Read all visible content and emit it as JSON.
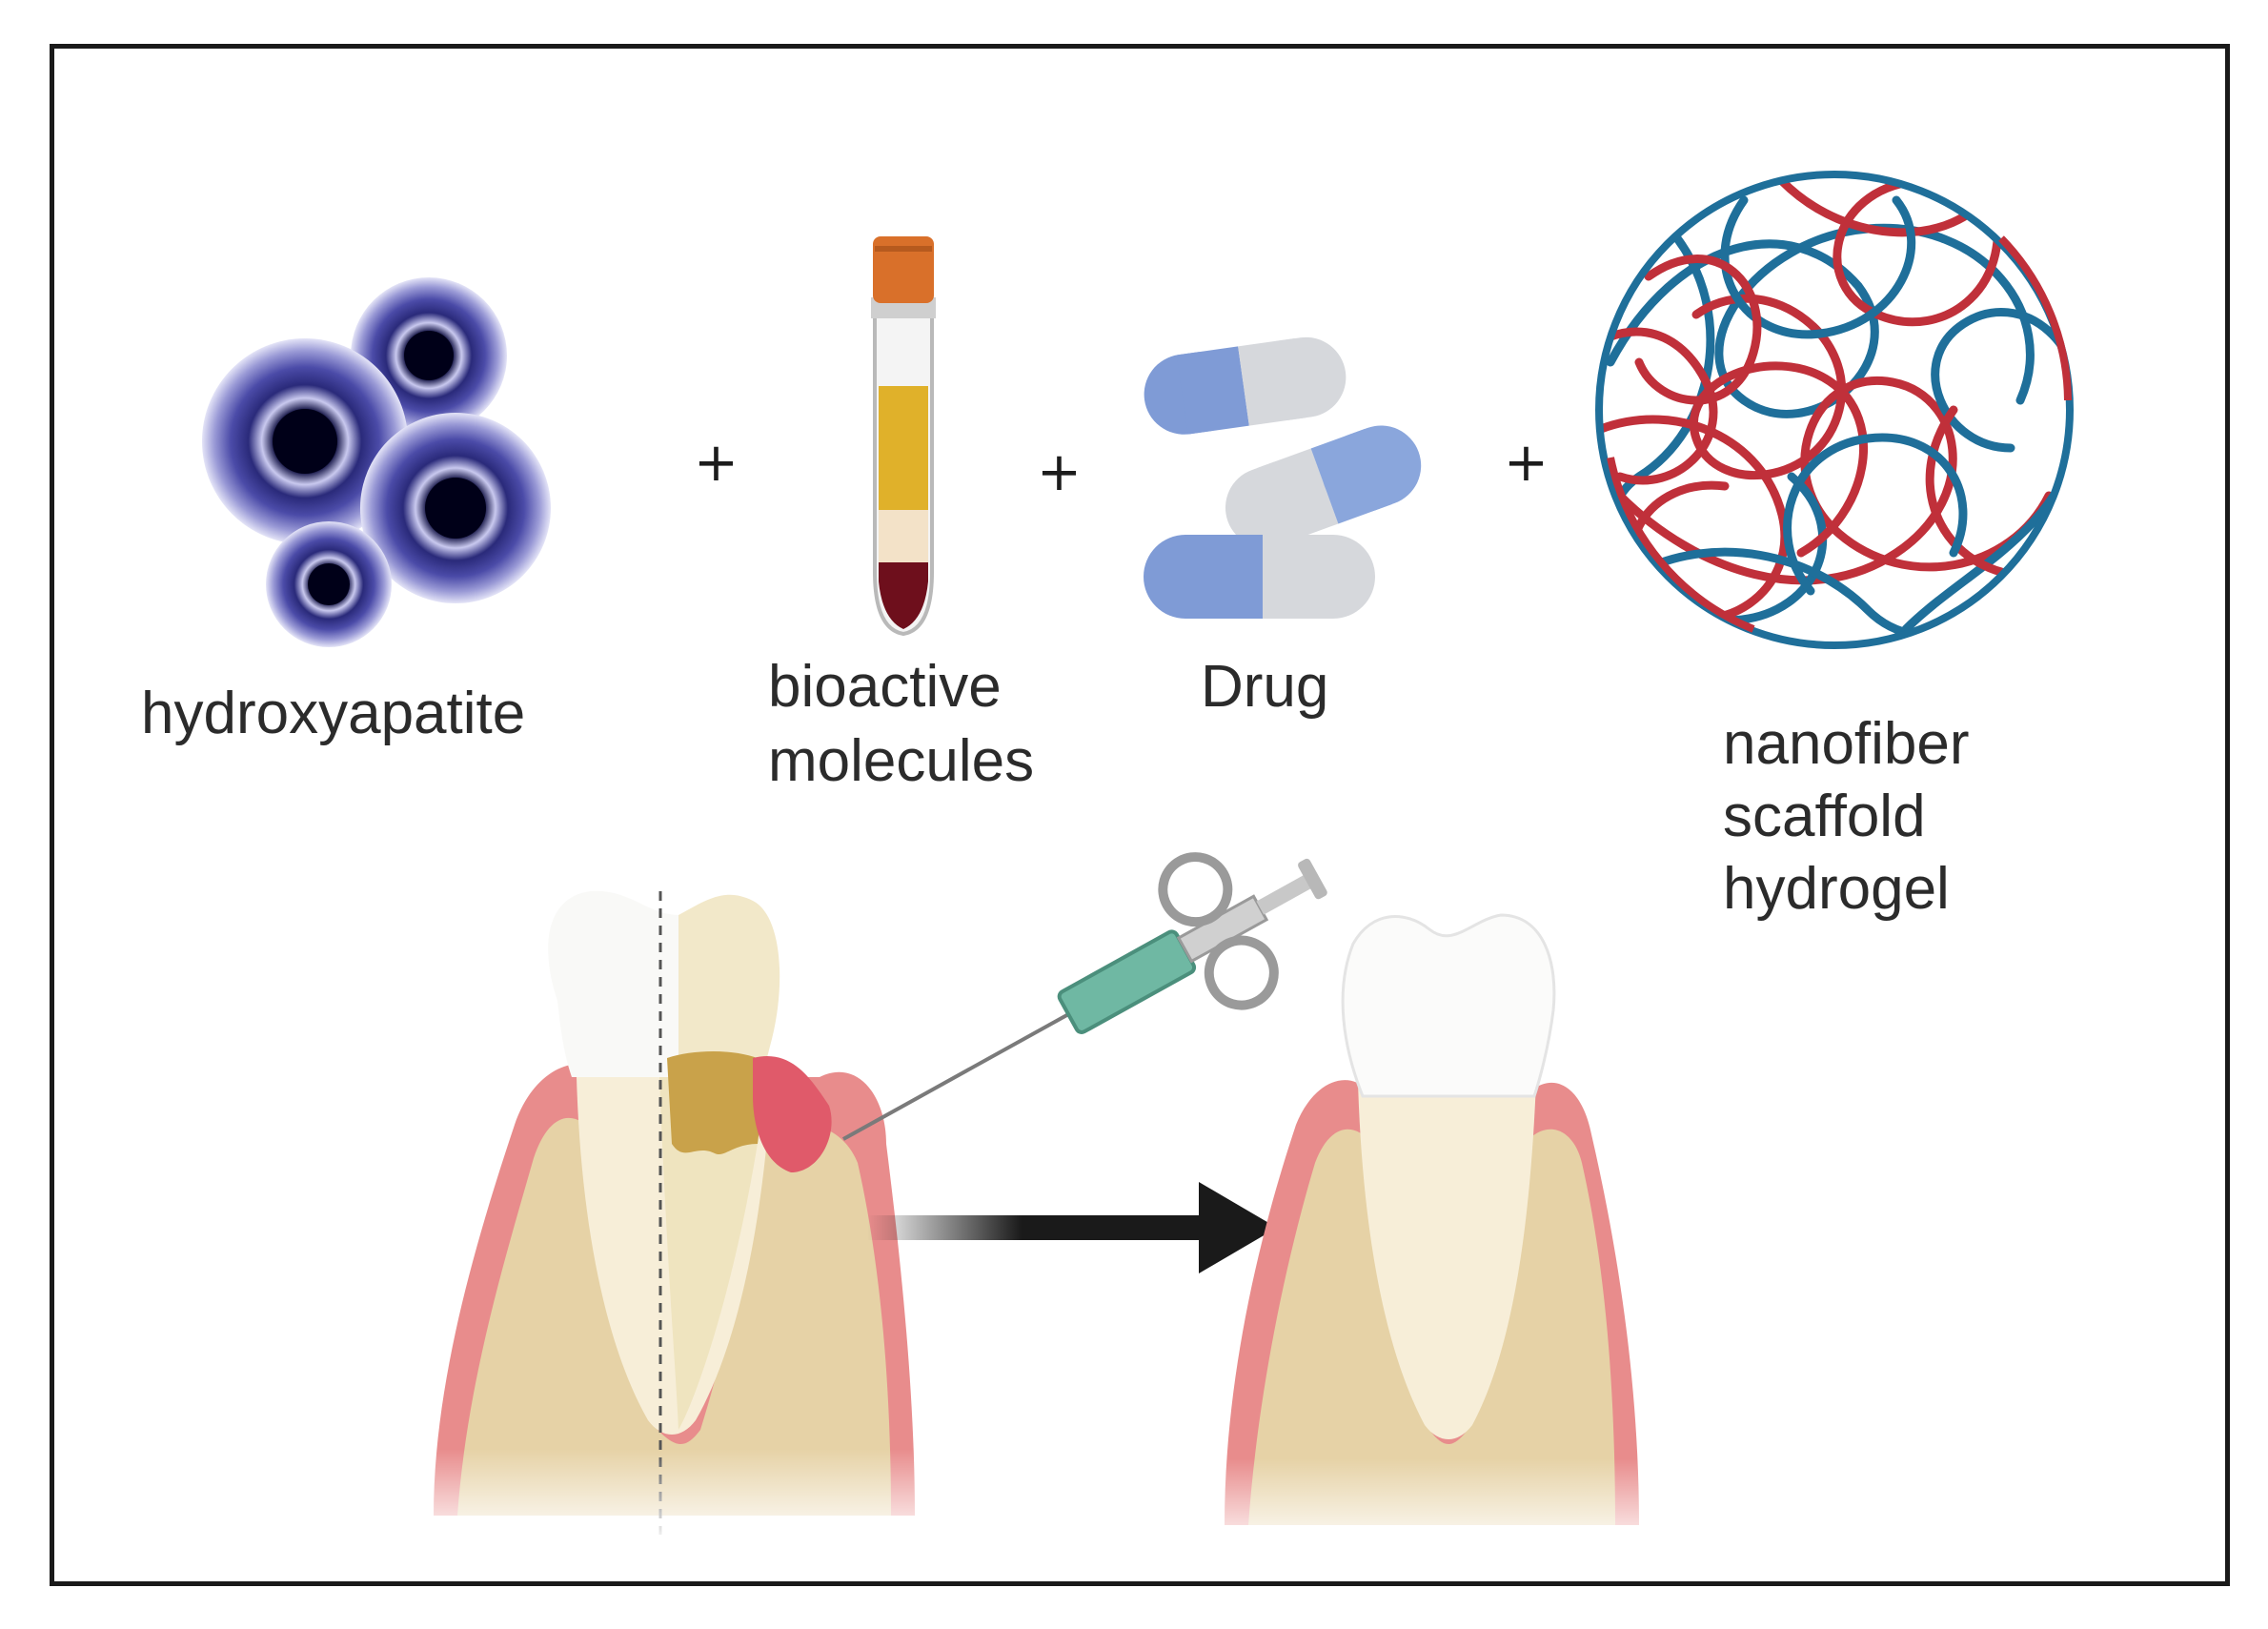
{
  "labels": {
    "hydroxyapatite": "hydroxyapatite",
    "bioactive_line1": "bioactive",
    "bioactive_line2": "molecules",
    "drug": "Drug",
    "scaffold_line1": "nanofiber",
    "scaffold_line2": "scaffold",
    "scaffold_line3": "hydrogel"
  },
  "operators": {
    "plus": "+"
  },
  "colors": {
    "hydroxyapatite": "#2a2a7a",
    "tube_cap": "#d9702a",
    "tube_fluid": "#e0b12a",
    "blood": "#6e0f1c",
    "capsule_blue": "#7f9bd6",
    "capsule_gray": "#d6d8dc",
    "fiber_red": "#c0303a",
    "fiber_blue": "#1f6f9a",
    "gum": "#e88c8c",
    "bone": "#e6d2a6",
    "tooth": "#f5f1e6",
    "calculus": "#c9a24a",
    "syringe": "#6fb8a3",
    "arrow": "#1a1a1a"
  },
  "icons": [
    "hydroxyapatite-particles-icon",
    "test-tube-icon",
    "capsules-icon",
    "nanofiber-ball-icon",
    "diseased-tooth-icon",
    "syringe-icon",
    "healthy-tooth-icon",
    "treatment-arrow-icon"
  ]
}
